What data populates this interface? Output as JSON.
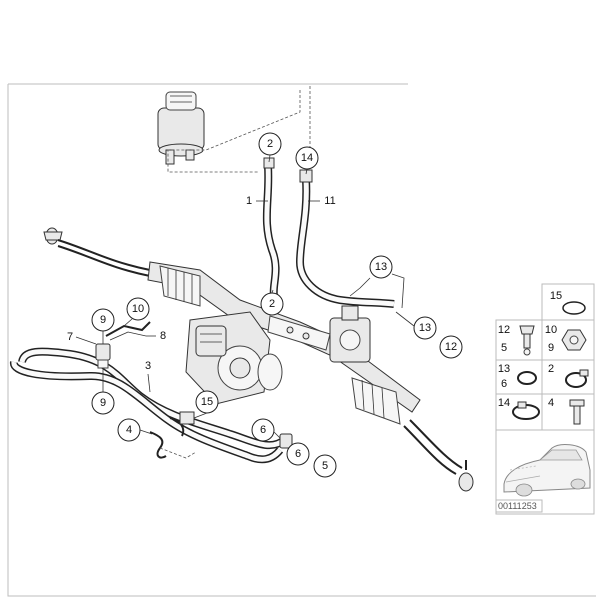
{
  "diagram": {
    "callouts": {
      "c2_top": "2",
      "c14_top": "14",
      "c2_mid": "2",
      "c13_a": "13",
      "c13_b": "13",
      "c12": "12",
      "c9_top": "9",
      "c10": "10",
      "c9_bot": "9",
      "c15": "15",
      "c4": "4",
      "c6_a": "6",
      "c6_b": "6",
      "c5": "5"
    },
    "labels": {
      "l1": "1",
      "l11": "11",
      "l7": "7",
      "l8": "8",
      "l3": "3"
    },
    "legend": {
      "r1_num": "15",
      "r2_num_a": "12",
      "r2_num_b": "5",
      "r2_num_c": "10",
      "r2_num_d": "9",
      "r3_num_a": "13",
      "r3_num_b": "6",
      "r3_num_c": "2",
      "r4_num_a": "14",
      "r4_num_b": "4"
    },
    "doc_number": "00111253"
  }
}
